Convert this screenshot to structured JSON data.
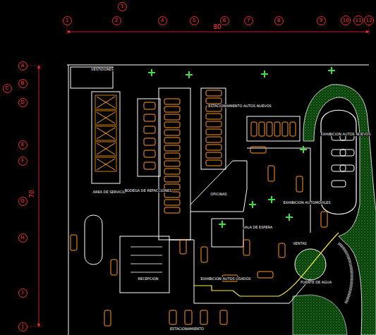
{
  "diagram": {
    "nodes": [
      {
        "text": [
          "3"
        ]
      },
      {
        "text": [
          "1"
        ]
      },
      {
        "text": [
          "2"
        ]
      },
      {
        "text": [
          "4"
        ]
      },
      {
        "text": [
          "5"
        ]
      },
      {
        "text": [
          "6"
        ]
      },
      {
        "text": [
          "7"
        ]
      },
      {
        "text": [
          "8"
        ]
      },
      {
        "text": [
          "9"
        ]
      },
      {
        "text": [
          "10"
        ]
      },
      {
        "text": [
          "11"
        ]
      },
      {
        "text": [
          "12"
        ]
      },
      {
        "text": [
          "A"
        ]
      },
      {
        "text": [
          "B"
        ]
      },
      {
        "text": [
          "C"
        ]
      },
      {
        "text": [
          "D"
        ]
      },
      {
        "text": [
          "E"
        ]
      },
      {
        "text": [
          "F"
        ]
      },
      {
        "text": [
          "G"
        ]
      },
      {
        "text": [
          "H"
        ]
      },
      {
        "text": [
          "I"
        ]
      },
      {
        "text": [
          "J"
        ]
      }
    ],
    "edges": [],
    "labels": [
      "80",
      "70",
      "VESTIDORES",
      "ESTACIONAMIENTO AUTOS NUEVOS",
      "EXHIBICION AUTOS NUEVOS",
      "AREA DE SERVICIO",
      "BODEGA DE REFACCIONES",
      "OFICINAS",
      "EXHIBICION AUTOMOVILES",
      "SALA DE ESPERA",
      "VENTAS",
      "RECEPCION",
      "EXHIBICION AUTOS USADOS",
      "FUENTE DE AGUA",
      "ESTACIONAMIENTO"
    ]
  }
}
